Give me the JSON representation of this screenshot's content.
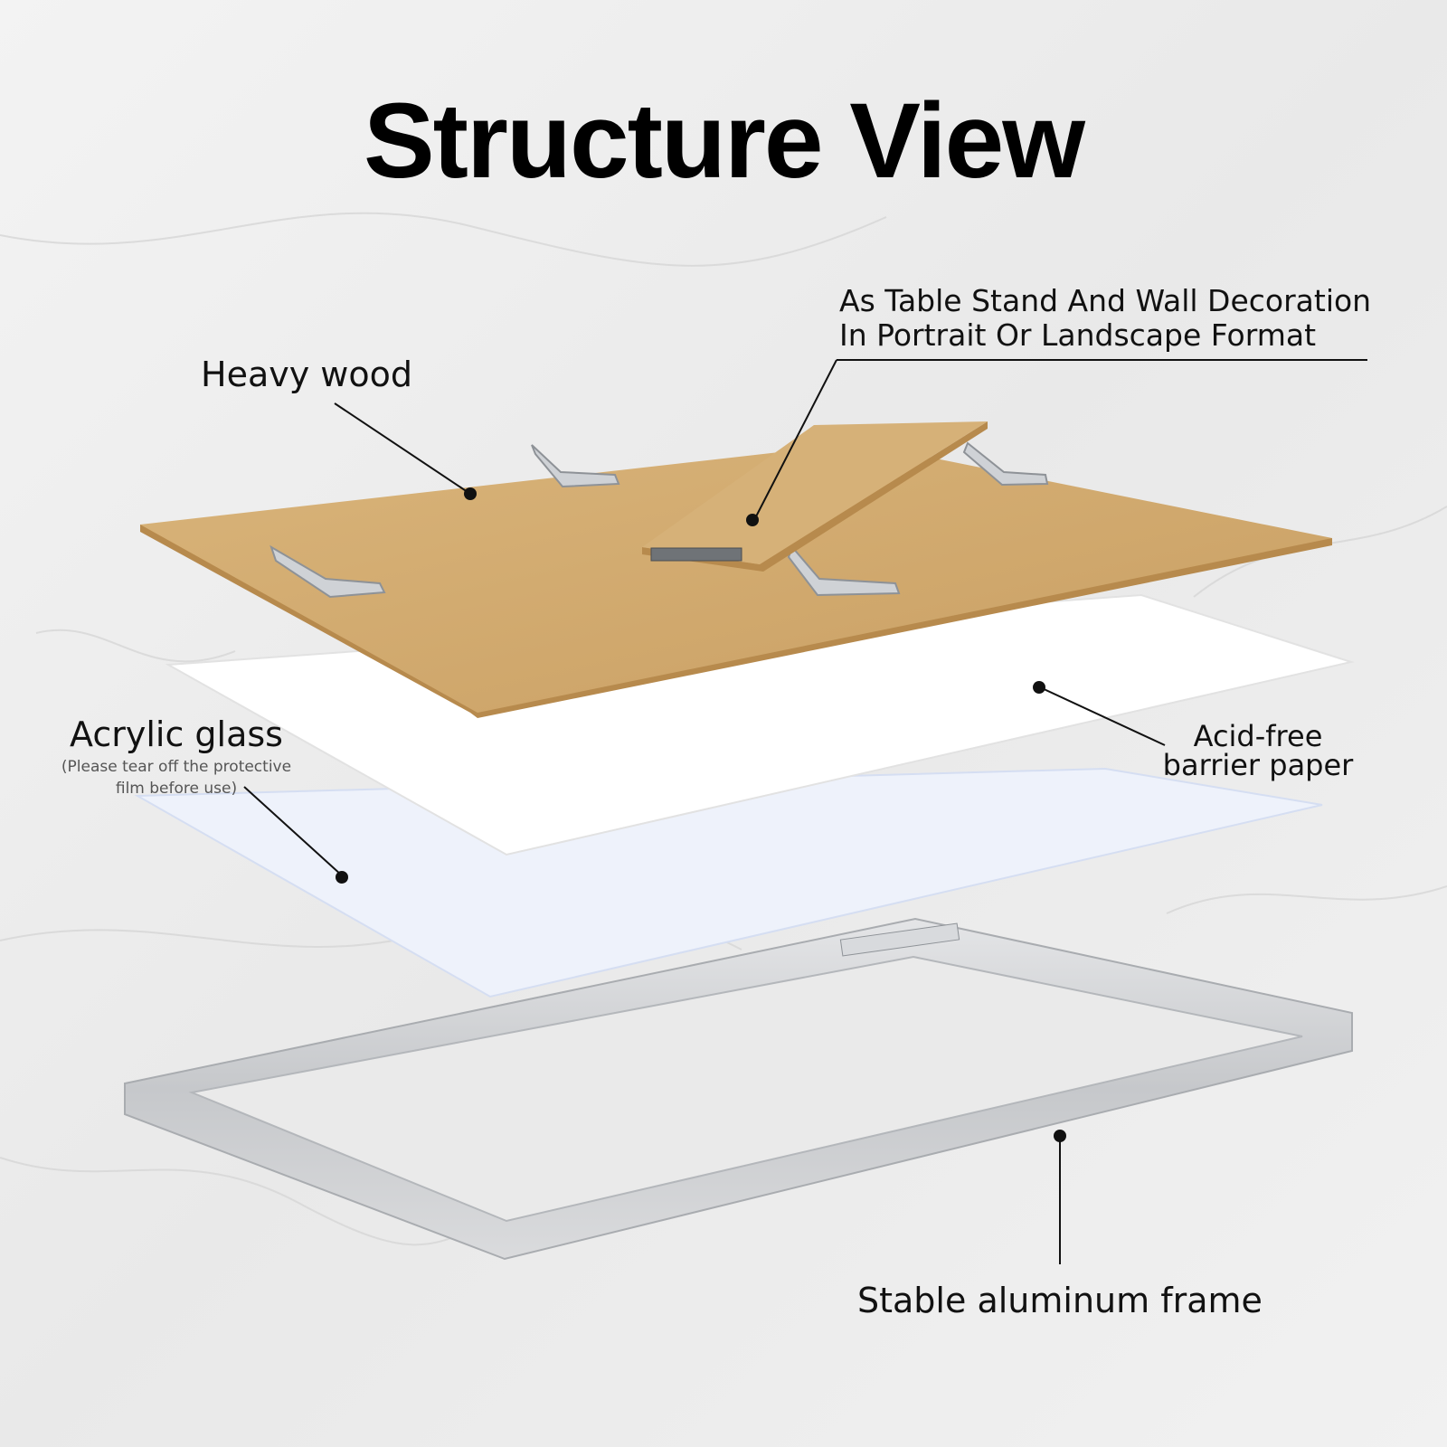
{
  "title": "Structure View",
  "labels": {
    "heavy_wood": "Heavy wood",
    "stand_line1": "As Table Stand And Wall Decoration",
    "stand_line2": "In Portrait Or Landscape Format",
    "acrylic_title": "Acrylic glass",
    "acrylic_note_line1": "(Please tear off the protective",
    "acrylic_note_line2": "film before use)",
    "paper_line1": "Acid-free",
    "paper_line2": "barrier paper",
    "frame": "Stable aluminum frame"
  },
  "colors": {
    "background": "#ececec",
    "wood": "#d2a96c",
    "wood_edge": "#b78a4d",
    "paper": "#ffffff",
    "acrylic": "#eef2fb",
    "frame": "#cfd1d4",
    "leader_line": "#111111"
  }
}
